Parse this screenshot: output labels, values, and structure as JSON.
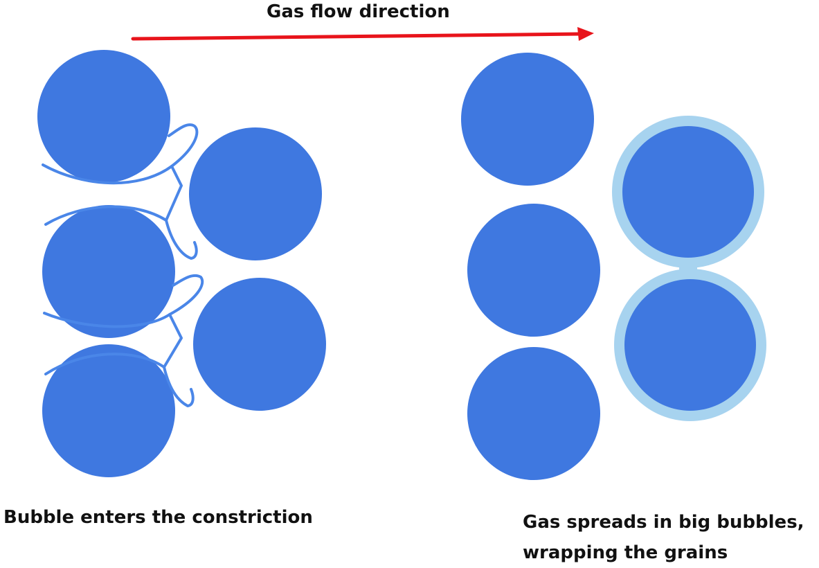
{
  "labels": {
    "flow_direction": "Gas flow direction",
    "left_caption": "Bubble enters the constriction",
    "right_caption_line1": "Gas spreads in big bubbles,",
    "right_caption_line2": "wrapping the grains"
  },
  "colors": {
    "grain": "#3f78e0",
    "bubble_outline": "#4a86e8",
    "gas_film": "#a7d3ef",
    "arrow": "#e8141b",
    "text": "#111111"
  }
}
